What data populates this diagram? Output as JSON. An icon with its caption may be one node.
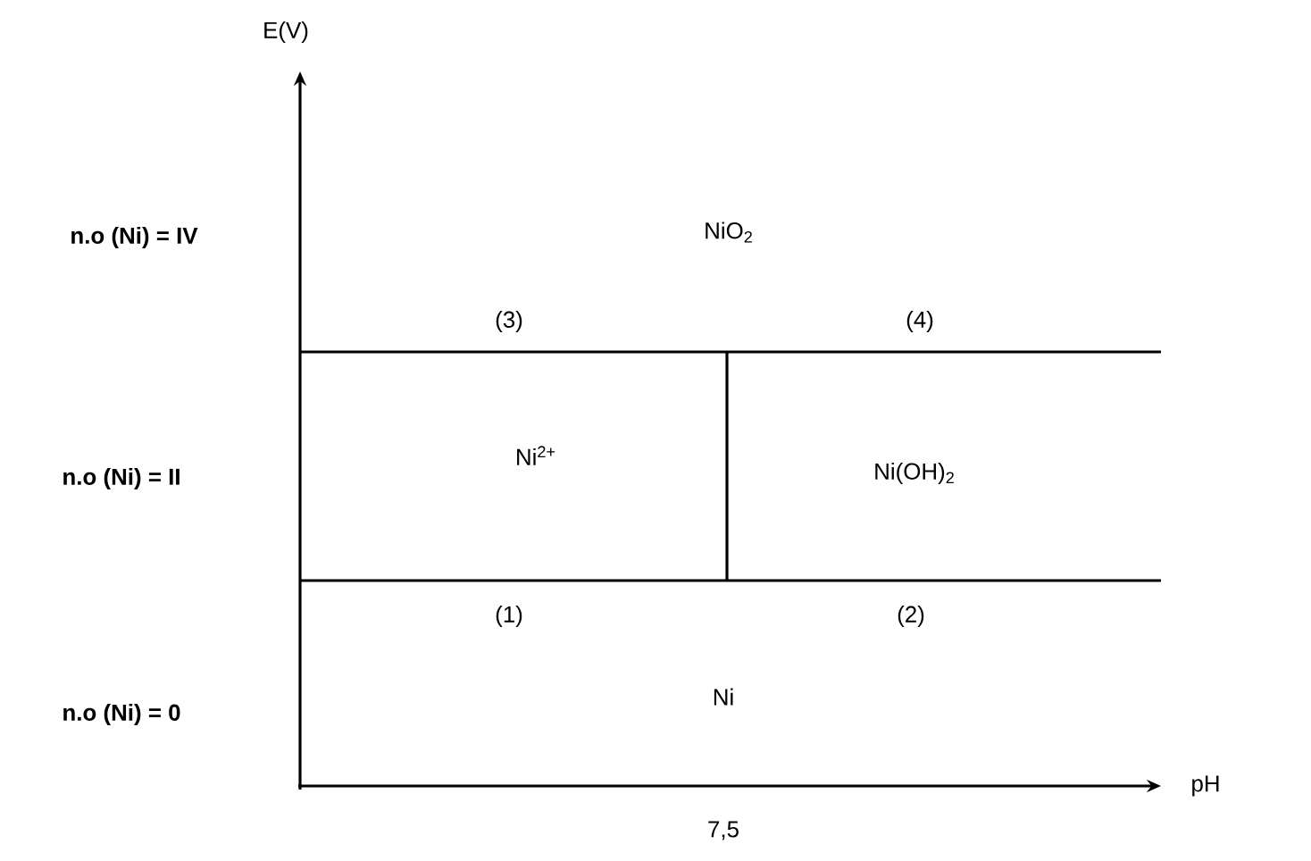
{
  "diagram": {
    "labels": [
      "E(V)",
      "n.o (Ni) = IV",
      "NiO$_{2}$",
      "(3)",
      "(4)",
      "Ni$^{2+}$",
      "n.o (Ni) = II",
      "Ni(OH)$_{2}$",
      "(1)",
      "(2)",
      "n.o (Ni) = 0",
      "Ni",
      "pH",
      "7,5"
    ]
  }
}
